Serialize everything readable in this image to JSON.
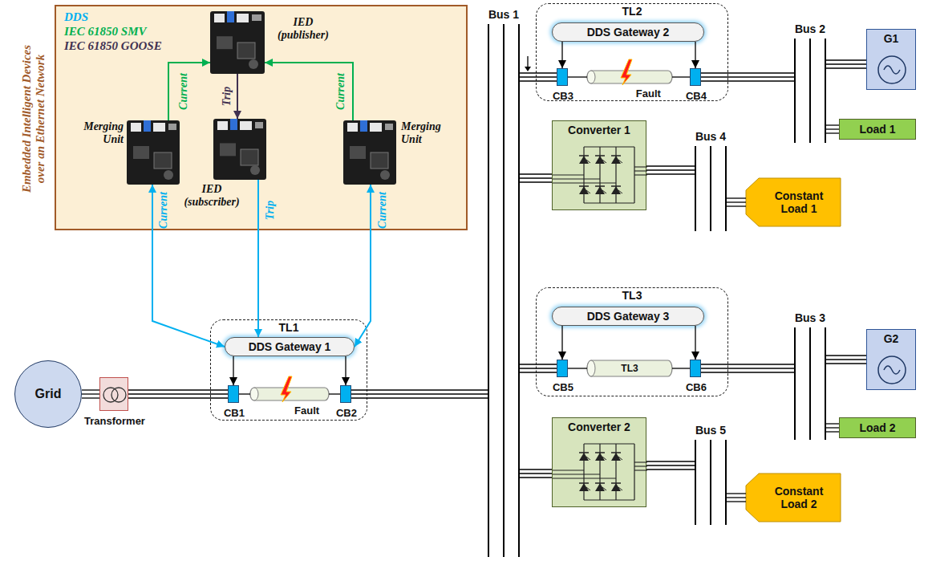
{
  "diagram": {
    "nodes": [
      {
        "text": [
          "Embedded Intelligent Devices over an Ethernet Network"
        ]
      },
      {
        "text": [
          "IED (publisher)"
        ],
        "in": 0
      },
      {
        "text": [
          "Merging Unit"
        ],
        "in": 0
      },
      {
        "text": [
          "Merging Unit"
        ],
        "in": 0
      },
      {
        "text": [
          "IED (subscriber)"
        ],
        "in": 0
      },
      {
        "text": [
          "Bus 1"
        ]
      },
      {
        "text": [
          "TL2"
        ]
      },
      {
        "text": [
          "DDS Gateway 2"
        ],
        "in": 6
      },
      {
        "text": [
          "CB3"
        ],
        "in": 6
      },
      {
        "text": [
          "Fault"
        ],
        "in": 6
      },
      {
        "text": [
          "CB4"
        ],
        "in": 6
      },
      {
        "text": [
          "Bus 2"
        ]
      },
      {
        "text": [
          "G1"
        ]
      },
      {
        "text": [
          "Load 1"
        ]
      },
      {
        "text": [
          "Converter 1"
        ]
      },
      {
        "text": [
          "Bus 4"
        ]
      },
      {
        "text": [
          "Constant Load 1"
        ]
      },
      {
        "text": [
          "TL3"
        ]
      },
      {
        "text": [
          "DDS Gateway 3"
        ],
        "in": 17
      },
      {
        "text": [
          "CB5"
        ],
        "in": 17
      },
      {
        "text": [
          "TL3"
        ],
        "in": 17
      },
      {
        "text": [
          "CB6"
        ],
        "in": 17
      },
      {
        "text": [
          "Bus 3"
        ]
      },
      {
        "text": [
          "G2"
        ]
      },
      {
        "text": [
          "Load 2"
        ]
      },
      {
        "text": [
          "TL1"
        ]
      },
      {
        "text": [
          "DDS Gateway 1"
        ],
        "in": 25
      },
      {
        "text": [
          "CB1"
        ],
        "in": 25
      },
      {
        "text": [
          "Fault"
        ],
        "in": 25
      },
      {
        "text": [
          "CB2"
        ],
        "in": 25
      },
      {
        "text": [
          "Grid"
        ]
      },
      {
        "text": [
          "Transformer"
        ]
      },
      {
        "text": [
          "Converter 2"
        ]
      },
      {
        "text": [
          "Bus 5"
        ]
      },
      {
        "text": [
          "Constant Load 2"
        ]
      }
    ],
    "edges": [
      {
        "from": 2,
        "to": 1,
        "arrow": "to",
        "label": "Current"
      },
      {
        "from": 3,
        "to": 1,
        "arrow": "to",
        "label": "Current"
      },
      {
        "from": 1,
        "to": 4,
        "arrow": "to",
        "label": "Trip"
      },
      {
        "from": 4,
        "to": 26,
        "arrow": "to",
        "label": "Trip"
      },
      {
        "from": 2,
        "to": 26,
        "arrow": "both",
        "label": "Current"
      },
      {
        "from": 3,
        "to": 26,
        "arrow": "both",
        "label": "Current"
      },
      {
        "from": 26,
        "to": 27,
        "arrow": "to"
      },
      {
        "from": 26,
        "to": 29,
        "arrow": "to"
      },
      {
        "from": 7,
        "to": 8,
        "arrow": "to"
      },
      {
        "from": 7,
        "to": 10,
        "arrow": "to"
      },
      {
        "from": 18,
        "to": 19,
        "arrow": "to"
      },
      {
        "from": 18,
        "to": 21,
        "arrow": "to"
      },
      {
        "from": 30,
        "to": 31,
        "arrow": "none"
      },
      {
        "from": 31,
        "to": 27,
        "arrow": "none"
      },
      {
        "from": 27,
        "to": 28,
        "arrow": "none"
      },
      {
        "from": 28,
        "to": 29,
        "arrow": "none"
      },
      {
        "from": 29,
        "to": 5,
        "arrow": "none"
      },
      {
        "from": 5,
        "to": 8,
        "arrow": "none"
      },
      {
        "from": 8,
        "to": 9,
        "arrow": "none"
      },
      {
        "from": 9,
        "to": 10,
        "arrow": "none"
      },
      {
        "from": 10,
        "to": 11,
        "arrow": "none"
      },
      {
        "from": 11,
        "to": 12,
        "arrow": "none"
      },
      {
        "from": 11,
        "to": 13,
        "arrow": "none"
      },
      {
        "from": 5,
        "to": 14,
        "arrow": "none"
      },
      {
        "from": 14,
        "to": 15,
        "arrow": "none"
      },
      {
        "from": 15,
        "to": 16,
        "arrow": "none"
      },
      {
        "from": 5,
        "to": 19,
        "arrow": "none"
      },
      {
        "from": 19,
        "to": 20,
        "arrow": "none"
      },
      {
        "from": 20,
        "to": 21,
        "arrow": "none"
      },
      {
        "from": 21,
        "to": 22,
        "arrow": "none"
      },
      {
        "from": 22,
        "to": 23,
        "arrow": "none"
      },
      {
        "from": 22,
        "to": 24,
        "arrow": "none"
      },
      {
        "from": 5,
        "to": 32,
        "arrow": "none"
      },
      {
        "from": 32,
        "to": 33,
        "arrow": "none"
      },
      {
        "from": 33,
        "to": 34,
        "arrow": "none"
      }
    ],
    "labels": [
      "DDS",
      "IEC 61850 SMV",
      "IEC 61850 GOOSE"
    ]
  }
}
